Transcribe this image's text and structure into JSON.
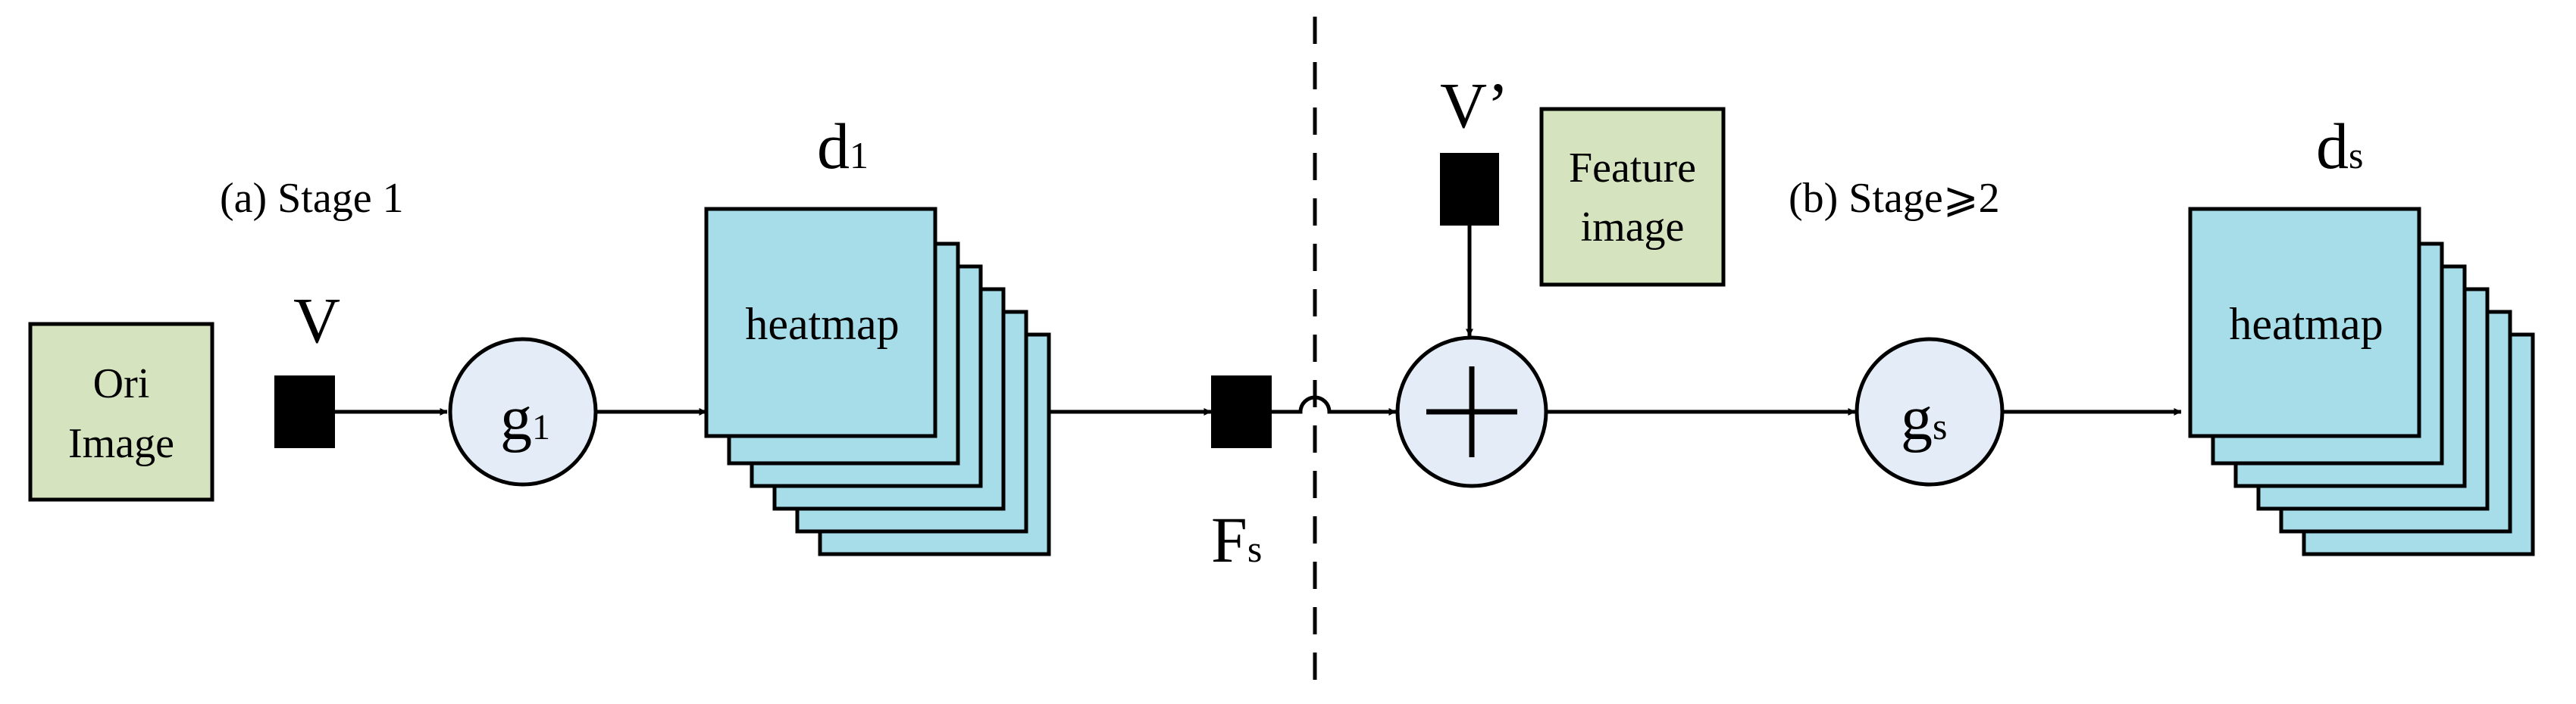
{
  "labels": {
    "stage1": "(a) Stage 1",
    "stage2": "(b) Stage⩾2",
    "v": "V",
    "v_prime": "V’",
    "fs_main": "F",
    "fs_sub": "s",
    "d1_main": "d",
    "d1_sub": "1",
    "ds_main": "d",
    "ds_sub": "s",
    "g1_main": "g",
    "g1_sub": "1",
    "gs_main": "g",
    "gs_sub": "s"
  },
  "ori_image": {
    "line1": "Ori",
    "line2": "Image"
  },
  "feature_image": {
    "line1": "Feature",
    "line2": "image"
  },
  "heatmap": {
    "label": "heatmap"
  },
  "colors": {
    "green_box": "#d5e4bf",
    "heatmap_fill": "#a6dde9",
    "circle_fill": "#e4ecf7",
    "stroke": "#000000"
  }
}
